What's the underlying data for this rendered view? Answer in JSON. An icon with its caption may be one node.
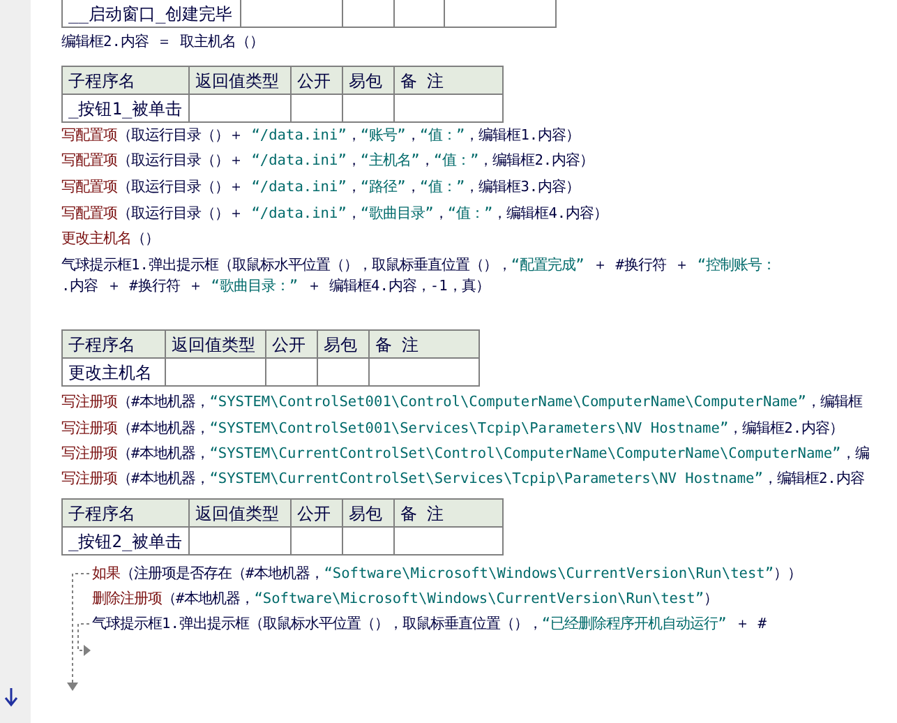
{
  "diagram": {
    "labels": [
      "__启动窗口_创建完毕",
      "编辑框2.内容 ＝ 取主机名（）",
      "子程序名",
      "返回值类型",
      "公开",
      "易包",
      "备 注",
      "_按钮1_被单击",
      "写配置项（取运行目录（）＋ “/data.ini”，“账号”，“值：”，编辑框1.内容）",
      "写配置项（取运行目录（）＋ “/data.ini”，“主机名”，“值：”，编辑框2.内容）",
      "写配置项（取运行目录（）＋ “/data.ini”，“路径”，“值：”，编辑框3.内容）",
      "写配置项（取运行目录（）＋ “/data.ini”，“歌曲目录”，“值：”，编辑框4.内容）",
      "更改主机名（）",
      "气球提示框1.弹出提示框（取鼠标水平位置（），取鼠标垂直位置（），“配置完成” ＋ #换行符 ＋ “控制账号：",
      ".内容 ＋ #换行符 ＋ “歌曲目录：” ＋ 编辑框4.内容，-1，真）",
      "子程序名",
      "返回值类型",
      "公开",
      "易包",
      "备 注",
      "更改主机名",
      "写注册项（#本地机器，“SYSTEM\\ControlSet001\\Control\\ComputerName\\ComputerName\\ComputerName”，编辑框",
      "写注册项（#本地机器，“SYSTEM\\ControlSet001\\Services\\Tcpip\\Parameters\\NV Hostname”，编辑框2.内容）",
      "写注册项（#本地机器，“SYSTEM\\CurrentControlSet\\Control\\ComputerName\\ComputerName\\ComputerName”，编",
      "写注册项（#本地机器，“SYSTEM\\CurrentControlSet\\Services\\Tcpip\\Parameters\\NV Hostname”，编辑框2.内容",
      "子程序名",
      "返回值类型",
      "公开",
      "易包",
      "备 注",
      "_按钮2_被单击",
      "如果（注册项是否存在（#本地机器，“Software\\Microsoft\\Windows\\CurrentVersion\\Run\\test”））",
      "删除注册项（#本地机器，“Software\\Microsoft\\Windows\\CurrentVersion\\Run\\test”）",
      "气球提示框1.弹出提示框（取鼠标水平位置（），取鼠标垂直位置（），“已经删除程序开机自动运行” ＋ #"
    ]
  }
}
